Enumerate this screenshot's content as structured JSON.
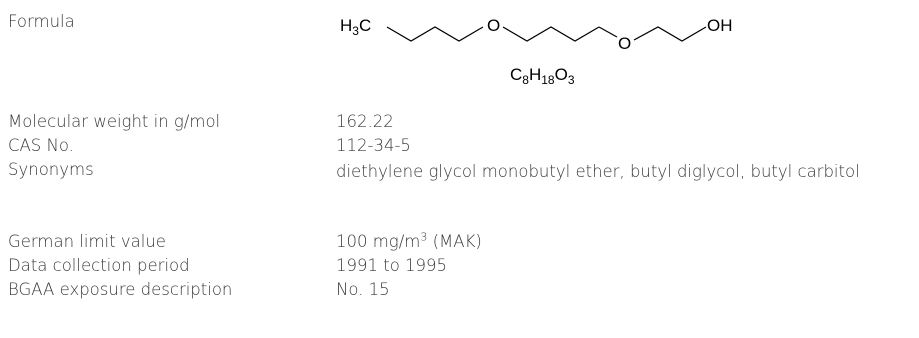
{
  "formula": {
    "label": "Formula",
    "structure_groups": {
      "left_group": "H",
      "left_group_sub": "3",
      "left_group_atom": "C",
      "oxygen_1": "O",
      "oxygen_2": "O",
      "hydroxyl": "OH"
    },
    "molecular_formula": {
      "c": "C",
      "c_count": "8",
      "h": "H",
      "h_count": "18",
      "o": "O",
      "o_count": "3"
    }
  },
  "properties": [
    {
      "label": "Molecular weight in g/mol",
      "value": "162.22"
    },
    {
      "label": "CAS No.",
      "value": "112-34-5"
    },
    {
      "label": "Synonyms",
      "value": "diethylene glycol monobutyl ether, butyl diglycol, butyl carbitol"
    },
    {
      "label": "German limit value",
      "value": "100 mg/m",
      "value_sup": "3",
      "value_suffix": " (MAK)"
    },
    {
      "label": "Data collection period",
      "value": "1991 to 1995"
    },
    {
      "label": "BGAA exposure description",
      "value": "No. 15"
    }
  ]
}
